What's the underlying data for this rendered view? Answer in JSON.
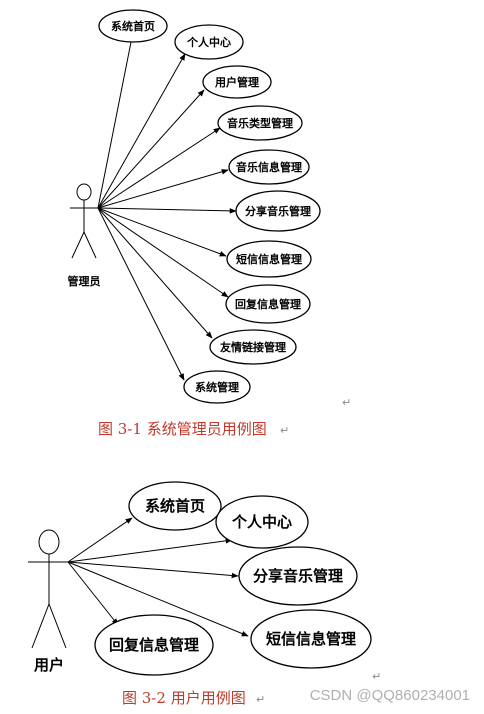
{
  "figure1": {
    "actor_label": "管理员",
    "caption": "图 3-1 系统管理员用例图",
    "use_cases": [
      "系统首页",
      "个人中心",
      "用户管理",
      "音乐类型管理",
      "音乐信息管理",
      "分享音乐管理",
      "短信信息管理",
      "回复信息管理",
      "友情链接管理",
      "系统管理"
    ]
  },
  "figure2": {
    "actor_label": "用户",
    "caption": "图 3-2 用户用例图",
    "use_cases": [
      "系统首页",
      "个人中心",
      "分享音乐管理",
      "短信信息管理",
      "回复信息管理"
    ]
  },
  "return_mark": "↵",
  "watermark": "CSDN @QQ860234001"
}
